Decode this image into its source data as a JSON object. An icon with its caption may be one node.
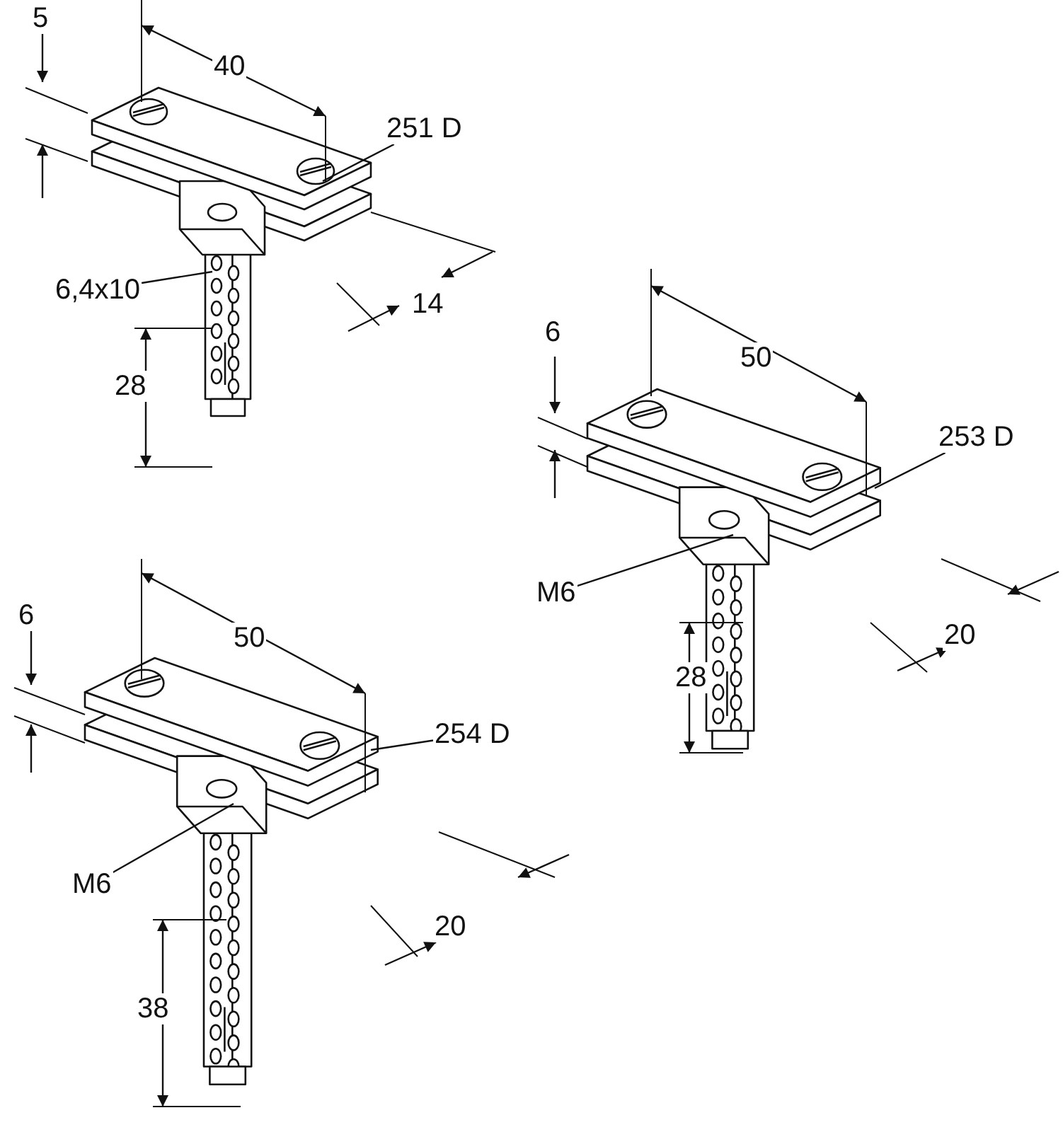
{
  "diagram": {
    "nodes": [
      {
        "text": [
          "251 D"
        ]
      },
      {
        "text": [],
        "shape": "picture"
      },
      {
        "text": [
          "6,4x10"
        ]
      },
      {
        "text": [
          "253 D"
        ]
      },
      {
        "text": [],
        "shape": "picture"
      },
      {
        "text": [
          "M6"
        ]
      },
      {
        "text": [
          "254 D"
        ]
      },
      {
        "text": [],
        "shape": "picture"
      },
      {
        "text": [
          "M6"
        ]
      }
    ],
    "edges": [
      {
        "from": 0,
        "to": 1,
        "arrow": "none"
      },
      {
        "from": 2,
        "to": 1,
        "arrow": "none"
      },
      {
        "from": 3,
        "to": 4,
        "arrow": "none"
      },
      {
        "from": 5,
        "to": 4,
        "arrow": "none"
      },
      {
        "from": 6,
        "to": 7,
        "arrow": "none"
      },
      {
        "from": 8,
        "to": 7,
        "arrow": "none"
      }
    ],
    "labels": [
      "5",
      "40",
      "14",
      "28",
      "6",
      "50",
      "20",
      "28",
      "6",
      "50",
      "20",
      "38"
    ]
  }
}
